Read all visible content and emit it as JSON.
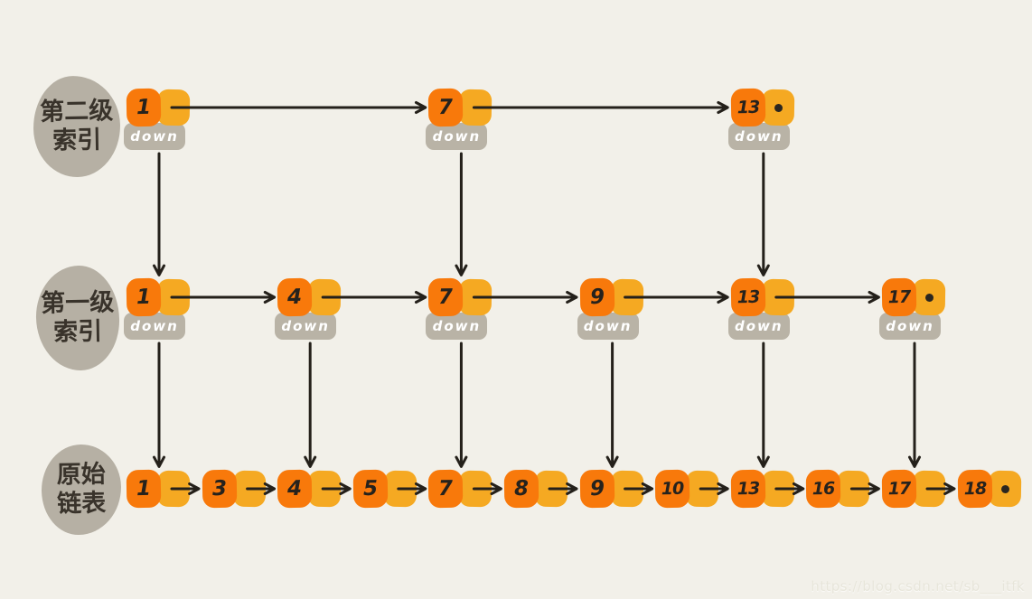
{
  "diagram_type": "skip-list",
  "watermark": "https://blog.csdn.net/sb___itfk",
  "down_label": "down",
  "colors": {
    "background": "#f2f0e9",
    "value_box": "#f8790b",
    "pointer_box": "#f5a922",
    "down_box": "#b9b3a6",
    "label_blob": "#b6b0a4",
    "ink": "#24201a",
    "digit": "#26221d",
    "down_text": "#ffffff",
    "watermark_text": "#e7e5da"
  },
  "rows": [
    {
      "name": "second-level-index",
      "label_lines": [
        "第二级",
        "索引"
      ],
      "columns": [
        0,
        4,
        8
      ],
      "nodes": [
        {
          "value": "1",
          "has_down": true,
          "null_pointer": false
        },
        {
          "value": "7",
          "has_down": true,
          "null_pointer": false
        },
        {
          "value": "13",
          "has_down": true,
          "null_pointer": true
        }
      ]
    },
    {
      "name": "first-level-index",
      "label_lines": [
        "第一级",
        "索引"
      ],
      "columns": [
        0,
        2,
        4,
        6,
        8,
        10
      ],
      "nodes": [
        {
          "value": "1",
          "has_down": true,
          "null_pointer": false
        },
        {
          "value": "4",
          "has_down": true,
          "null_pointer": false
        },
        {
          "value": "7",
          "has_down": true,
          "null_pointer": false
        },
        {
          "value": "9",
          "has_down": true,
          "null_pointer": false
        },
        {
          "value": "13",
          "has_down": true,
          "null_pointer": false
        },
        {
          "value": "17",
          "has_down": true,
          "null_pointer": true
        }
      ]
    },
    {
      "name": "original-linked-list",
      "label_lines": [
        "原始",
        "链表"
      ],
      "columns": [
        0,
        1,
        2,
        3,
        4,
        5,
        6,
        7,
        8,
        9,
        10,
        11
      ],
      "nodes": [
        {
          "value": "1"
        },
        {
          "value": "3"
        },
        {
          "value": "4"
        },
        {
          "value": "5"
        },
        {
          "value": "7"
        },
        {
          "value": "8"
        },
        {
          "value": "9"
        },
        {
          "value": "10"
        },
        {
          "value": "13"
        },
        {
          "value": "16"
        },
        {
          "value": "17"
        },
        {
          "value": "18",
          "null_pointer": true
        }
      ]
    }
  ]
}
